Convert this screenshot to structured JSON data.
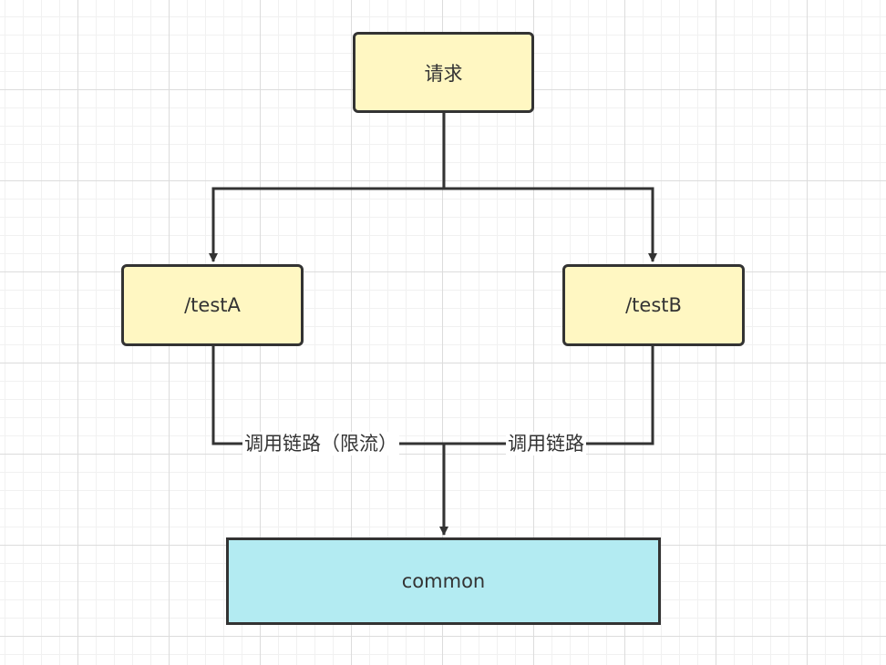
{
  "nodes": {
    "request": "请求",
    "test_a": "/testA",
    "test_b": "/testB",
    "common": "common"
  },
  "edges": {
    "left_label": "调用链路（限流）",
    "right_label": "调用链路"
  },
  "colors": {
    "process_fill": "#fff7c2",
    "target_fill": "#b3ebf2",
    "stroke": "#333333"
  }
}
